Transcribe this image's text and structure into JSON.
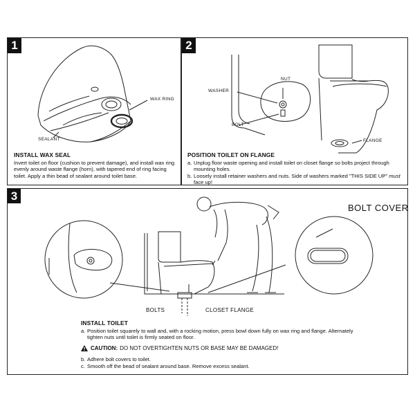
{
  "panel1": {
    "number": "1",
    "labels": {
      "wax_ring": "WAX RING",
      "sealant": "SEALANT"
    },
    "heading": "INSTALL WAX SEAL",
    "body": "Invert toilet on floor (cushion to prevent damage), and install wax ring evenly around waste flange (horn), with tapered end of ring facing toilet. Apply a thin bead of sealant around toilet base."
  },
  "panel2": {
    "number": "2",
    "labels": {
      "nut": "NUT",
      "washer": "WASHER",
      "bolt": "BOLT",
      "flange": "FLANGE"
    },
    "heading": "POSITION TOILET ON FLANGE",
    "steps": [
      {
        "marker": "a.",
        "text": "Unplug floor waste opening and install toilet on closet flange so bolts project through mounting holes."
      },
      {
        "marker": "b.",
        "text_before": "Loosely install retainer washers and nuts. Side of washers marked \"THIS SIDE UP\" ",
        "text_em": "must",
        "text_after": " face up!"
      }
    ]
  },
  "panel3": {
    "number": "3",
    "labels": {
      "bolt_cover": "BOLT COVER",
      "bolts": "BOLTS",
      "closet_flange": "CLOSET FLANGE"
    },
    "heading": "INSTALL TOILET",
    "steps": [
      {
        "marker": "a.",
        "text": "Position toilet squarely to wall and, with a rocking motion, press bowl down fully on wax ring and flange. Alternately tighten nuts until toilet is firmly seated on floor."
      },
      {
        "marker": "b.",
        "text": "Adhere bolt covers to toilet."
      },
      {
        "marker": "c.",
        "text": "Smooth off the bead of sealant around base. Remove excess sealant."
      }
    ],
    "caution_label": "CAUTION:",
    "caution_text": "DO NOT OVERTIGHTEN NUTS OR BASE MAY BE DAMAGED!"
  }
}
